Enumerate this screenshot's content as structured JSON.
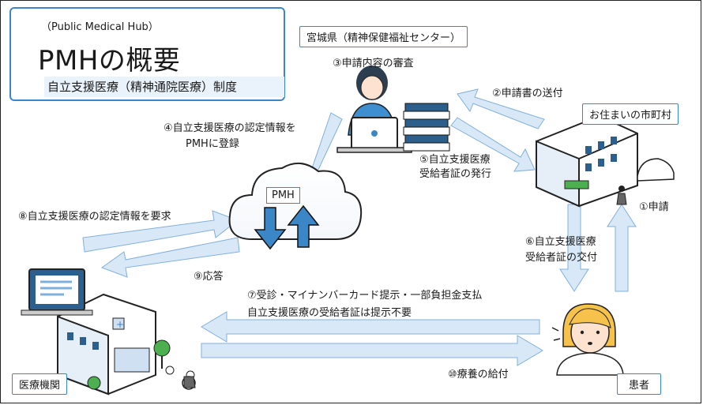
{
  "title": {
    "subtitle": "（Public Medical Hub）",
    "main": "PMHの概要",
    "system": "自立支援医療（精神通院医療）制度"
  },
  "nodes": {
    "prefecture": "宮城県（精神保健福祉センター）",
    "municipality": "お住まいの市町村",
    "pmh": "PMH",
    "hospital": "医療機関",
    "patient": "患者"
  },
  "steps": {
    "s1": "①申請",
    "s2": "②申請書の送付",
    "s3": "③申請内容の審査",
    "s4_line1": "④自立支援医療の認定情報を",
    "s4_line2": "PMHに登録",
    "s5_line1": "⑤自立支援医療",
    "s5_line2": "受給者証の発行",
    "s6_line1": "⑥自立支援医療",
    "s6_line2": "受給者証の交付",
    "s7": "⑦受診・マイナンバーカード提示・一部負担金支払",
    "s7_note": "自立支援医療の受給者証は提示不要",
    "s8": "⑧自立支援医療の認定情報を要求",
    "s9": "⑨応答",
    "s10": "⑩療養の給付"
  },
  "colors": {
    "arrow": "#d9e8f7",
    "arrow_stroke": "#7fb0dd",
    "pmh_blue": "#3b86c6",
    "label_box": "#3b86c6"
  },
  "icons": [
    "person-clerk-icon",
    "laptop-icon",
    "document-stack-icon",
    "cloud-icon",
    "building-icon",
    "car-icon",
    "hospital-icon",
    "computer-icon",
    "patient-icon",
    "wheelchair-icon"
  ]
}
